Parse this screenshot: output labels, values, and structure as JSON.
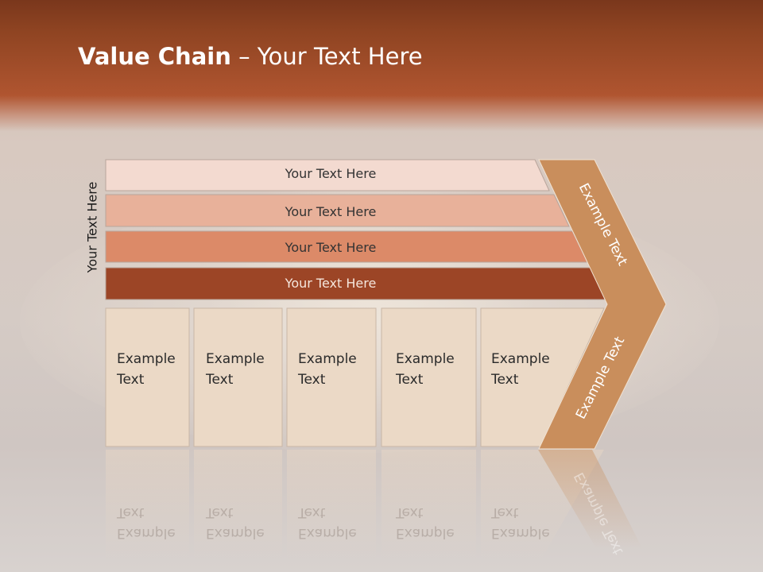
{
  "title": {
    "bold": "Value Chain",
    "rest": " – Your Text Here"
  },
  "vertical_label": "Your Text Here",
  "bars": [
    {
      "label": "Your Text Here",
      "color": "#f3dad0"
    },
    {
      "label": "Your Text Here",
      "color": "#e8b19a"
    },
    {
      "label": "Your Text Here",
      "color": "#dc8a68"
    },
    {
      "label": "Your Text Here",
      "color": "#9c4526"
    }
  ],
  "boxes": [
    {
      "line1": "Example",
      "line2": "Text"
    },
    {
      "line1": "Example",
      "line2": "Text"
    },
    {
      "line1": "Example",
      "line2": "Text"
    },
    {
      "line1": "Example",
      "line2": "Text"
    },
    {
      "line1": "Example",
      "line2": "Text"
    }
  ],
  "chevron": {
    "upper_label": "Example Text",
    "lower_label": "Example Text",
    "color": "#c98e5c"
  },
  "colors": {
    "box_fill": "#ebd9c6",
    "header": "#8f4422"
  }
}
